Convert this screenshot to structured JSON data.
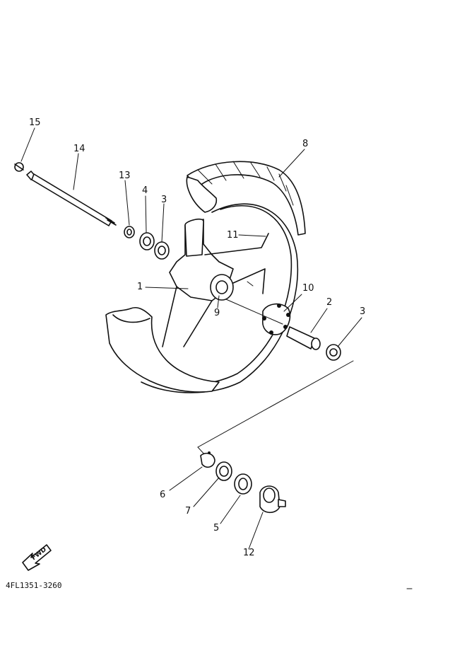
{
  "diagram": {
    "part_code": "4FL1351-3260",
    "fwd_label": "FWD",
    "callouts": [
      {
        "id": "c15",
        "text": "15"
      },
      {
        "id": "c14",
        "text": "14"
      },
      {
        "id": "c13",
        "text": "13"
      },
      {
        "id": "c4a",
        "text": "4"
      },
      {
        "id": "c3a",
        "text": "3"
      },
      {
        "id": "c8",
        "text": "8"
      },
      {
        "id": "c11",
        "text": "11"
      },
      {
        "id": "c1",
        "text": "1"
      },
      {
        "id": "c10",
        "text": "10"
      },
      {
        "id": "c9",
        "text": "9"
      },
      {
        "id": "c2",
        "text": "2"
      },
      {
        "id": "c3b",
        "text": "3"
      },
      {
        "id": "c6",
        "text": "6"
      },
      {
        "id": "c7",
        "text": "7"
      },
      {
        "id": "c5",
        "text": "5"
      },
      {
        "id": "c12",
        "text": "12"
      }
    ]
  }
}
